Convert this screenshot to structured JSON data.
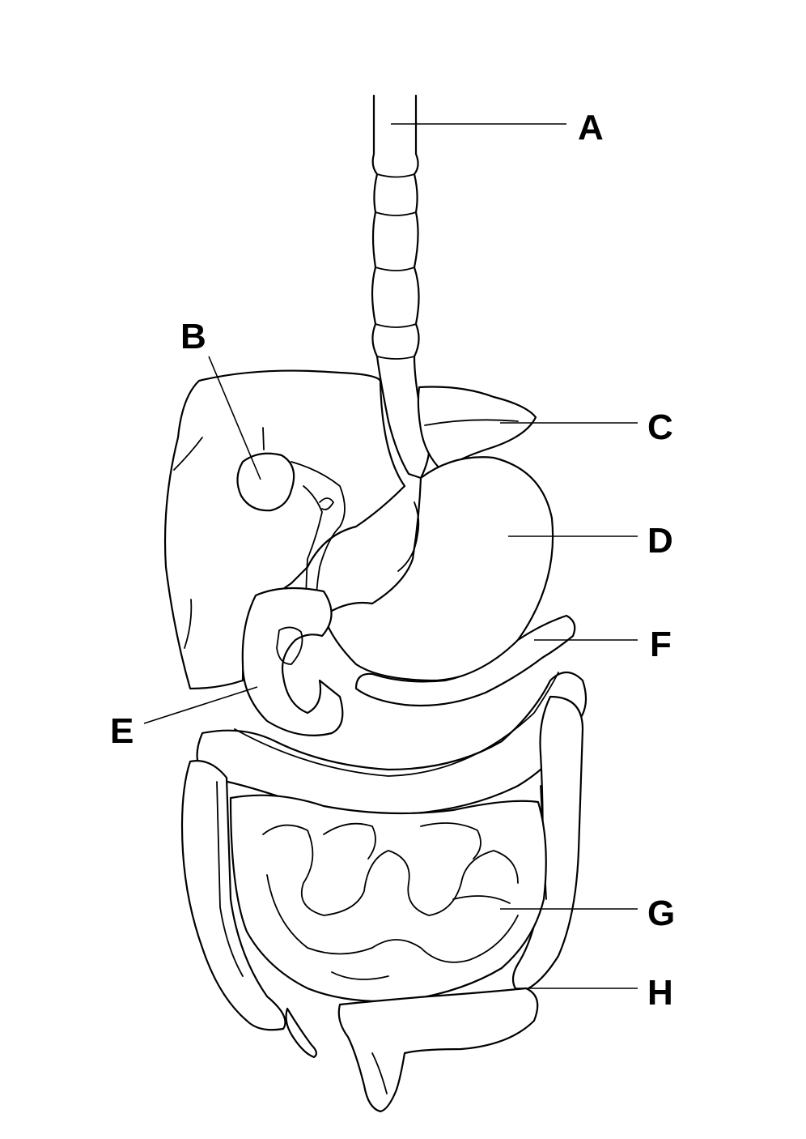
{
  "labels": [
    {
      "id": "A",
      "text": "A"
    },
    {
      "id": "B",
      "text": "B"
    },
    {
      "id": "C",
      "text": "C"
    },
    {
      "id": "D",
      "text": "D"
    },
    {
      "id": "E",
      "text": "E"
    },
    {
      "id": "F",
      "text": "F"
    },
    {
      "id": "G",
      "text": "G"
    },
    {
      "id": "H",
      "text": "H"
    }
  ],
  "colors": {
    "line": "#000000",
    "background": "#ffffff"
  }
}
